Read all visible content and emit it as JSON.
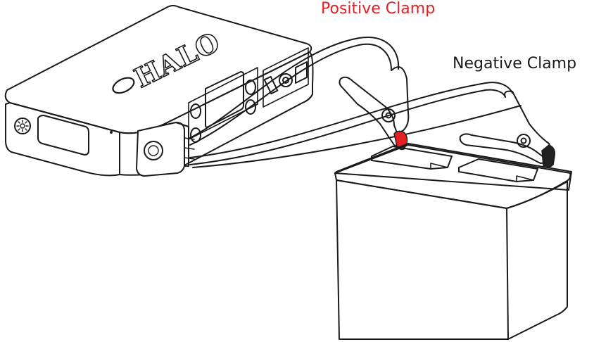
{
  "labels": {
    "positive": "Positive Clamp",
    "negative": "Negative Clamp"
  },
  "device": {
    "brand": "HALO"
  },
  "colors": {
    "positive": "#e42024",
    "negative": "#222222",
    "line": "#1a1a1a",
    "background": "#ffffff"
  },
  "icons": {
    "power_button": "sun-icon",
    "positive_terminal": "red-terminal-cap",
    "negative_terminal": "black-terminal-cap"
  }
}
